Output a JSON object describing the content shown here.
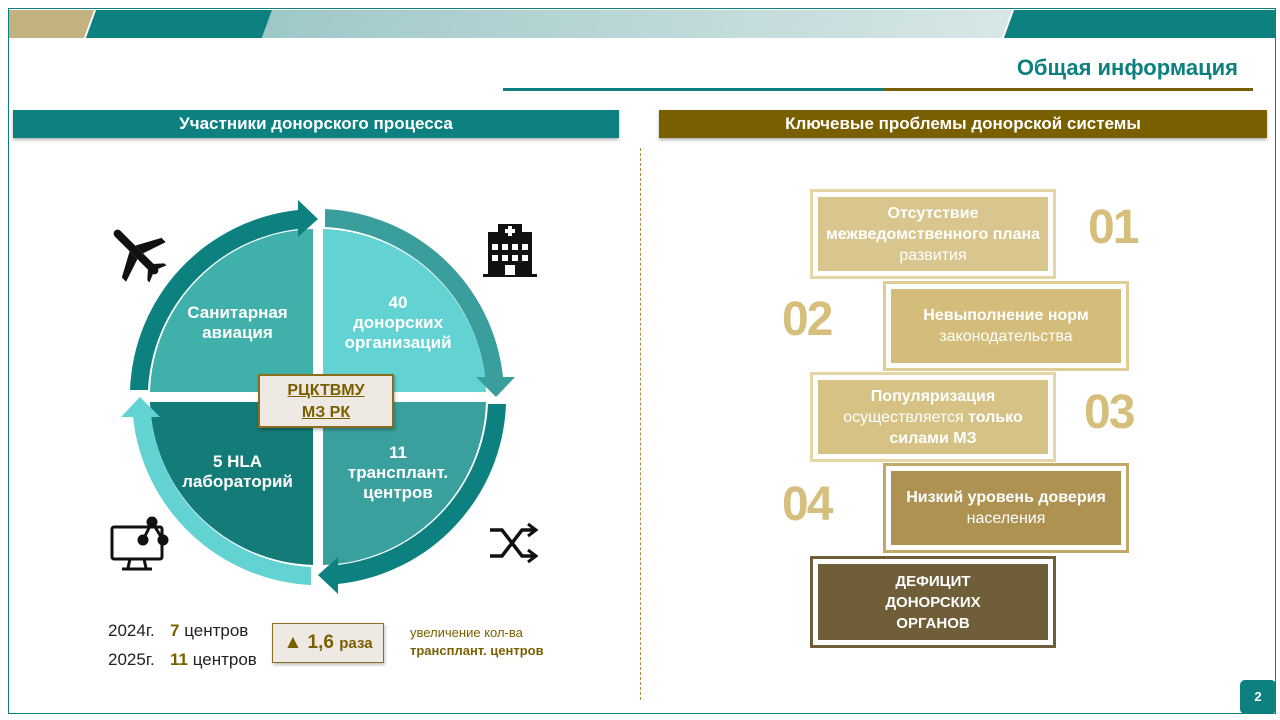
{
  "header": {
    "title": "Общая информация"
  },
  "left": {
    "heading": "Участники донорского процесса",
    "quadrants": {
      "tl": {
        "line1": "Санитарная",
        "line2": "авиация"
      },
      "tr": {
        "line1": "40",
        "line2": "донорских",
        "line3": "организаций"
      },
      "bl": {
        "line1": "5 HLA",
        "line2": "лабораторий"
      },
      "br": {
        "line1": "11",
        "line2": "трансплант.",
        "line3": "центров"
      }
    },
    "center": {
      "line1": "РЦКТВМУ",
      "line2": "МЗ РК"
    },
    "icons": [
      "airplane-icon",
      "hospital-icon",
      "computer-network-icon",
      "shuffle-icon"
    ],
    "stats": [
      {
        "year": "2024г.",
        "count": "7",
        "unit": "центров"
      },
      {
        "year": "2025г.",
        "count": "11",
        "unit": "центров"
      }
    ],
    "ratio": {
      "arrow": "▲",
      "value": "1,6",
      "unit": "раза"
    },
    "note": {
      "line1": "увеличение кол-ва",
      "line2": "трансплант. центров"
    }
  },
  "right": {
    "heading": "Ключевые проблемы донорской системы",
    "problems": [
      {
        "num": "01",
        "bold": "Отсутствие межведомственного плана",
        "normal": " развития"
      },
      {
        "num": "02",
        "bold": "Невыполнение норм",
        "normal": "законодательства"
      },
      {
        "num": "03",
        "bold": "Популяризация",
        "normal": "осуществляется ",
        "bold2": "только силами МЗ"
      },
      {
        "num": "04",
        "bold": "Низкий уровень доверия",
        "normal": " населения"
      }
    ],
    "result": {
      "line1": "ДЕФИЦИТ",
      "line2": "ДОНОРСКИХ",
      "line3": "ОРГАНОВ"
    }
  },
  "page_number": "2",
  "colors": {
    "teal": "#0d8080",
    "gold": "#7a5f00",
    "sand": "#d6bf7c"
  }
}
